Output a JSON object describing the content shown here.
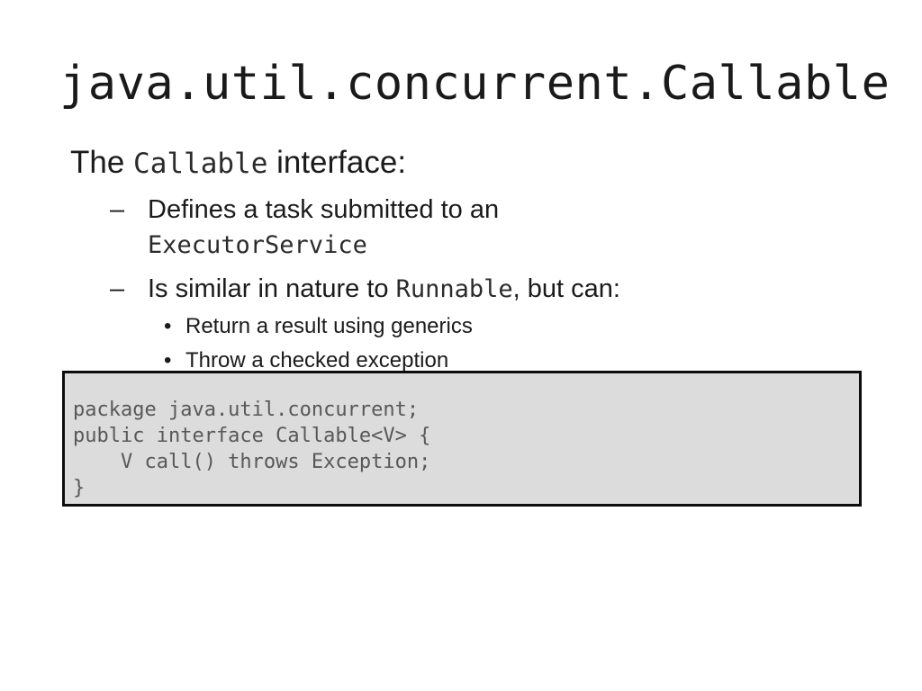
{
  "slide": {
    "title": "java.util.concurrent.Callable",
    "body": {
      "heading": {
        "pre": "The ",
        "code": "Callable",
        "post": " interface:"
      },
      "bullets": [
        {
          "marker": "–",
          "level": 2,
          "line1_pre": "Defines a task submitted to an",
          "line2_code": "ExecutorService"
        },
        {
          "marker": "–",
          "level": 2,
          "pre": "Is similar in nature to ",
          "code": "Runnable",
          "post": ", but can:"
        }
      ],
      "subbullets": [
        {
          "marker": "•",
          "text": "Return a result using generics"
        },
        {
          "marker": "•",
          "text": "Throw a checked exception"
        }
      ]
    },
    "code_block": {
      "language": "java",
      "lines": [
        "package java.util.concurrent;",
        "public interface Callable<V> {",
        "    V call() throws Exception;",
        "}"
      ],
      "background_color": "#dcdcdc",
      "border_color": "#0d0d0d",
      "text_color": "#585858"
    },
    "colors": {
      "page_background": "#ffffff",
      "title_color": "#1a1a1a",
      "body_color": "#1b1b1b",
      "mono_inline_color": "#2b2b2b"
    }
  }
}
